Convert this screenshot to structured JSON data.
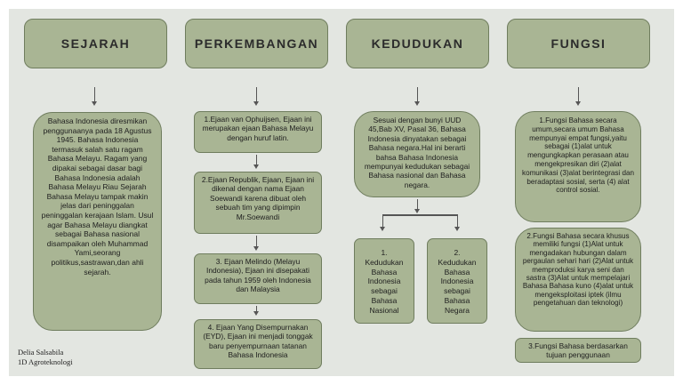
{
  "headers": {
    "sejarah": "SEJARAH",
    "perkembangan": "PERKEMBANGAN",
    "kedudukan": "KEDUDUKAN",
    "fungsi": "FUNGSI"
  },
  "sejarah_text": "Bahasa Indonesia diresmikan penggunaanya pada 18 Agustus 1945. Bahasa Indonesia termasuk salah satu ragam Bahasa Melayu. Ragam yang dipakai sebagai dasar bagi Bahasa Indonesia adalah Bahasa Melayu Riau Sejarah Bahasa Melayu tampak makin jelas dari peninggalan peninggalan kerajaan Islam. Usul agar Bahasa Melayu diangkat sebagai Bahasa nasional disampaikan oleh Muhammad Yami,seorang politikus,sastrawan,dan ahli sejarah.",
  "perkembangan": [
    "1.Ejaan van Ophuijsen, Ejaan ini merupakan ejaan Bahasa Melayu dengan huruf latin.",
    "2.Ejaan Republik, Ejaan, Ejaan ini dikenal dengan nama Ejaan Soewandi karena dibuat oleh sebuah tim yang dipimpin Mr.Soewandi",
    "3. Ejaan Melindo (Melayu Indonesia), Ejaan ini disepakati pada tahun 1959 oleh Indonesia dan Malaysia",
    "4. Ejaan Yang Disempurnakan (EYD), Ejaan ini menjadi tonggak baru penyempurnaan tatanan Bahasa Indonesia"
  ],
  "kedudukan_text": "Sesuai dengan bunyi UUD 45,Bab XV, Pasal 36, Bahasa Indonesia dinyatakan sebagai Bahasa negara.Hal ini berarti bahsa Bahasa Indonesia mempunyai kedudukan sebagai Bahasa nasional dan Bahasa negara.",
  "kedudukan_sub": [
    "1. Kedudukan Bahasa Indonesia sebagai Bahasa Nasional",
    "2. Kedudukan Bahasa Indonesia sebagai Bahasa Negara"
  ],
  "fungsi": [
    "1.Fungsi Bahasa secara umum,secara umum Bahasa mempunyai empat fungsi,yaitu sebagai (1)alat untuk mengungkapkan perasaan atau mengekpresikan diri (2)alat komunikasi (3)alat berintegrasi dan beradaptasi sosial, serta (4) alat control sosial.",
    "2.Fungsi Bahasa secara khusus memiliki fungsi (1)Alat untuk mengadakan hubungan dalam pergaulan sehari hari (2)Alat untuk memproduksi karya seni dan sastra (3)Alat untuk mempelajari Bahasa Bahasa kuno (4)alat untuk mengeksploitasi iptek (ilmu pengetahuan dan teknologi)",
    "3.Fungsi Bahasa berdasarkan tujuan penggunaan"
  ],
  "author": {
    "name": "Delia Salsabila",
    "class": "1D Agroteknologi"
  },
  "colors": {
    "background": "#e3e6e1",
    "box_fill": "#a9b594",
    "box_border": "#6f7d5e",
    "arrow": "#555555"
  }
}
